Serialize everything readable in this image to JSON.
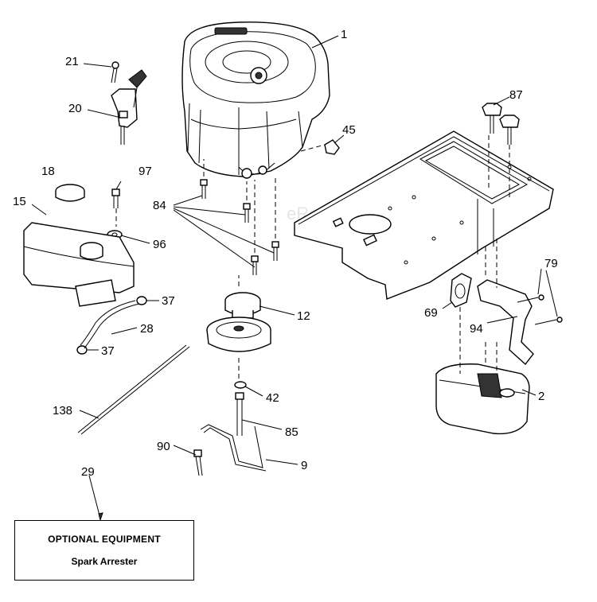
{
  "watermark": "eReplacementParts.com",
  "labels": {
    "p1": "1",
    "p21": "21",
    "p20": "20",
    "p45": "45",
    "p87": "87",
    "p18": "18",
    "p97": "97",
    "p15": "15",
    "p84": "84",
    "p96": "96",
    "p79": "79",
    "p37a": "37",
    "p12": "12",
    "p69": "69",
    "p28": "28",
    "p94": "94",
    "p37b": "37",
    "p2": "2",
    "p42": "42",
    "p138": "138",
    "p85": "85",
    "p90": "90",
    "p9": "9",
    "p29": "29"
  },
  "optional_box": {
    "title": "OPTIONAL EQUIPMENT",
    "item": "Spark Arrester"
  }
}
